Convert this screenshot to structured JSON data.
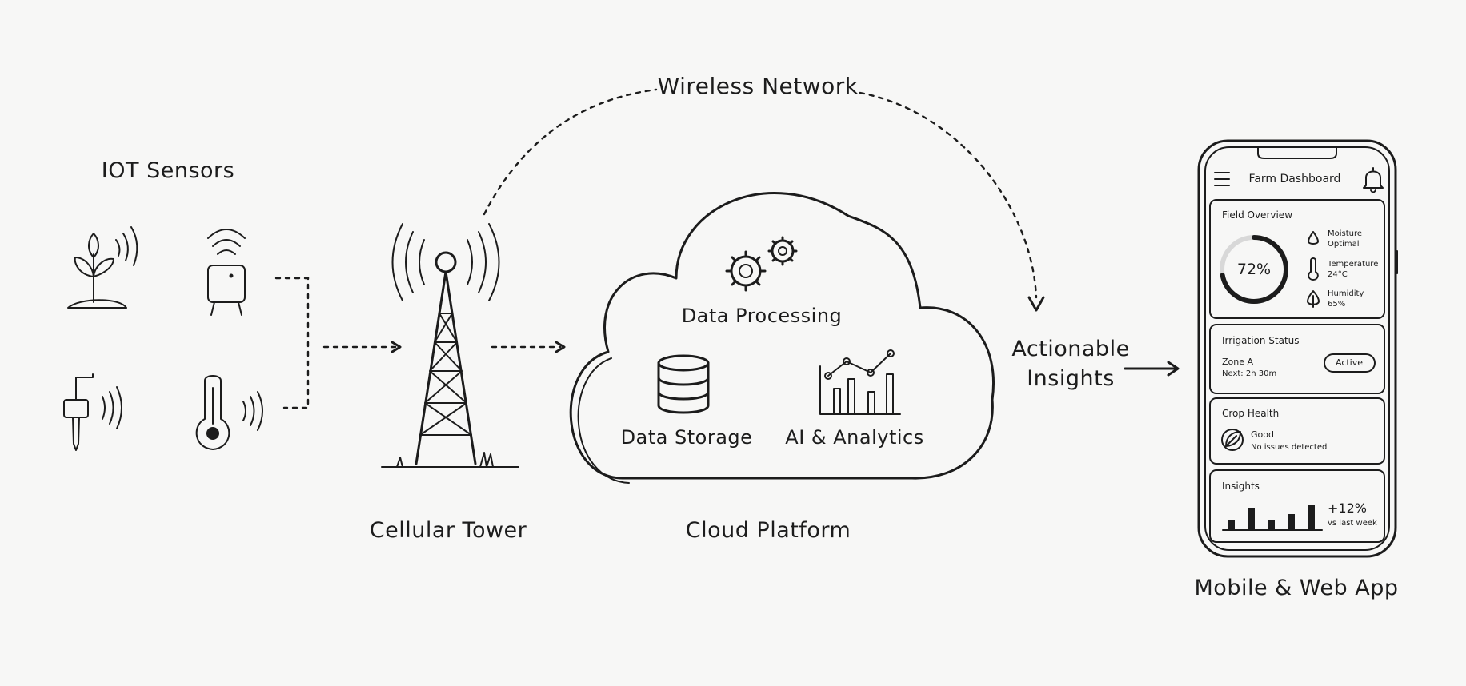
{
  "labels": {
    "wireless_network": "Wireless Network",
    "iot_sensors": "IOT Sensors",
    "cellular_tower": "Cellular Tower",
    "cloud_platform": "Cloud Platform",
    "data_processing": "Data Processing",
    "data_storage": "Data Storage",
    "ai_analytics": "AI & Analytics",
    "actionable_line1": "Actionable",
    "actionable_line2": "Insights",
    "mobile_web_app": "Mobile & Web App"
  },
  "phone": {
    "title": "Farm Dashboard",
    "field_overview": {
      "title": "Field Overview",
      "gauge_value": "72%",
      "gauge_fraction": 0.72,
      "moisture_label": "Moisture",
      "moisture_value": "Optimal",
      "temperature_label": "Temperature",
      "temperature_value": "24°C",
      "humidity_label": "Humidity",
      "humidity_value": "65%"
    },
    "irrigation": {
      "title": "Irrigation Status",
      "zone": "Zone A",
      "next": "Next: 2h 30m",
      "status": "Active"
    },
    "crop_health": {
      "title": "Crop Health",
      "status": "Good",
      "detail": "No issues detected"
    },
    "insights": {
      "title": "Insights",
      "change": "+12%",
      "comparison": "vs last week"
    }
  },
  "icons": {
    "wireless": "arc-icon",
    "plant": "plant-sensor-icon",
    "box": "box-sensor-icon",
    "probe": "probe-sensor-icon",
    "thermometer": "thermometer-sensor-icon",
    "tower": "cellular-tower-icon",
    "cloud": "cloud-icon",
    "gears": "gears-icon",
    "database": "database-icon",
    "chart": "analytics-chart-icon",
    "menu": "menu-icon",
    "bell": "bell-icon",
    "drop": "water-drop-icon",
    "thermo_small": "thermometer-icon",
    "humidity": "humidity-icon",
    "leaf": "leaf-icon"
  }
}
